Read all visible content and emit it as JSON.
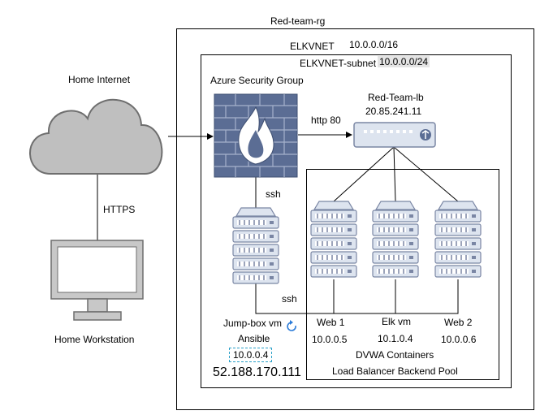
{
  "diagram": {
    "resource_group": {
      "label": "Red-team-rg"
    },
    "vnet": {
      "label": "ELKVNET",
      "cidr": "10.0.0.0/16"
    },
    "subnet": {
      "label": "ELKVNET-subnet",
      "cidr": "10.0.0.0/24"
    },
    "internet": {
      "label": "Home Internet"
    },
    "workstation": {
      "label": "Home Workstation"
    },
    "https_link": {
      "label": "HTTPS"
    },
    "nsg": {
      "label": "Azure Security Group"
    },
    "http_link": {
      "label": "http 80"
    },
    "load_balancer": {
      "label": "Red-Team-lb",
      "ip": "20.85.241.11"
    },
    "ssh_top": {
      "label": "ssh"
    },
    "ssh_bottom": {
      "label": "ssh"
    },
    "jumpbox": {
      "label": "Jump-box vm",
      "sublabel": "Ansible",
      "private_ip": "10.0.0.4",
      "public_ip": "52.188.170.111"
    },
    "servers": [
      {
        "label": "Web 1",
        "ip": "10.0.0.5"
      },
      {
        "label": "Elk vm",
        "ip": "10.1.0.4"
      },
      {
        "label": "Web 2",
        "ip": "10.0.0.6"
      }
    ],
    "containers_label": "DVWA Containers",
    "backend_pool_label": "Load Balancer Backend Pool",
    "colors": {
      "server_fill": "#dde4ef",
      "server_stroke": "#7a86a4",
      "firewall_fill": "#5b6d94",
      "cloud_fill": "#bfbfbf",
      "cloud_stroke": "#6e6e6e",
      "monitor_fill": "#c8c8c8"
    }
  }
}
